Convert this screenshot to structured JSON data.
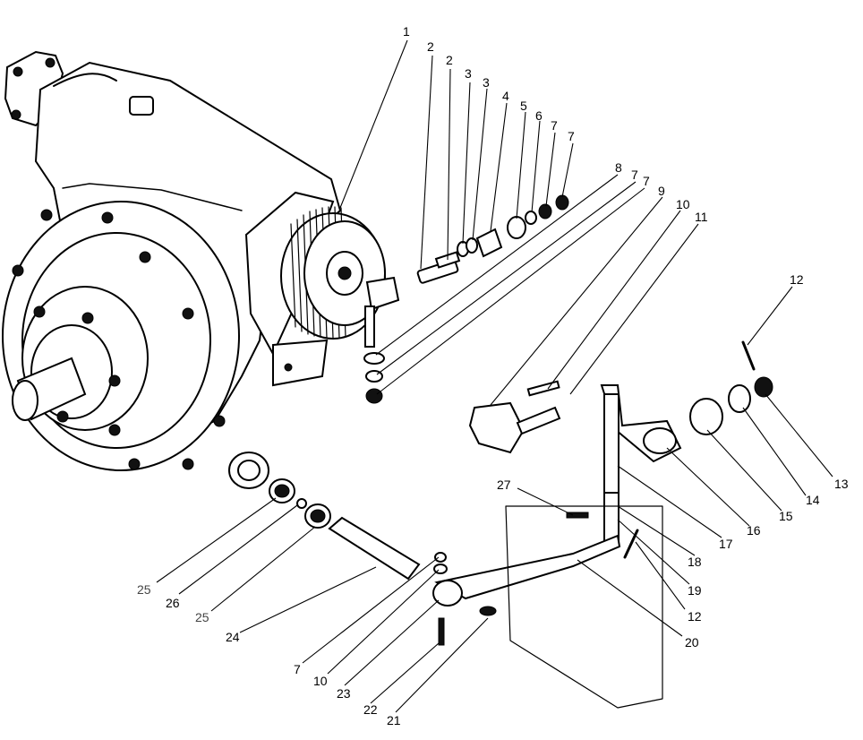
{
  "diagram": {
    "part_labels": [
      "1",
      "2",
      "2",
      "3",
      "3",
      "4",
      "5",
      "6",
      "7",
      "7",
      "8",
      "7",
      "7",
      "9",
      "10",
      "11",
      "12",
      "13",
      "14",
      "15",
      "16",
      "17",
      "18",
      "19",
      "12",
      "20",
      "27",
      "25",
      "26",
      "25",
      "24",
      "7",
      "10",
      "23",
      "22",
      "21"
    ],
    "colors": {
      "ink": "#000000",
      "paper": "#ffffff",
      "faint_label": "#444444"
    }
  }
}
